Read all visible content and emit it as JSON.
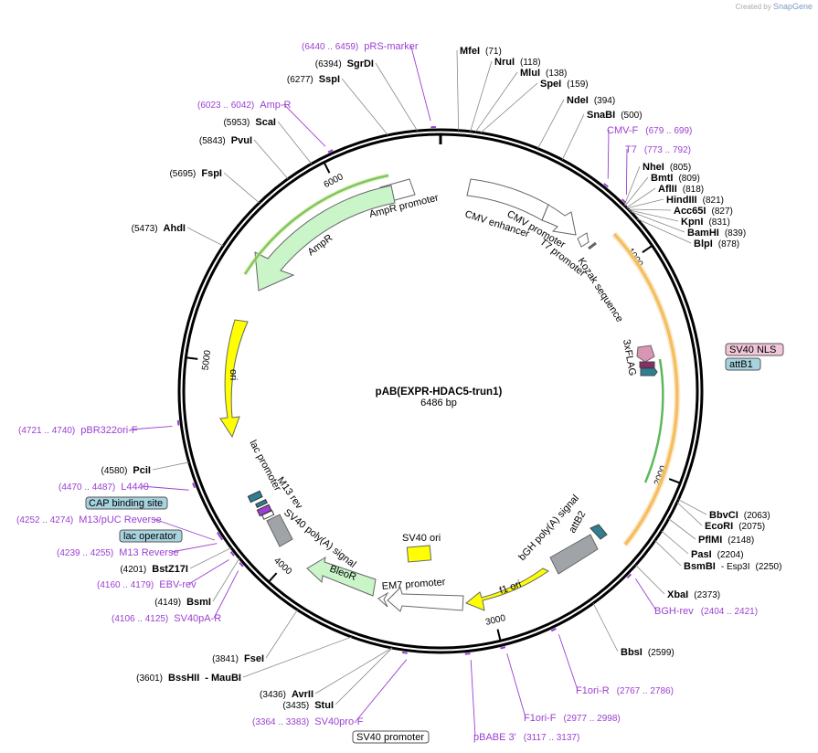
{
  "credit": {
    "prefix": "Created by",
    "brand": "SnapGene"
  },
  "plasmid": {
    "name": "pAB(EXPR-HDAC5-trun1)",
    "size": "6486 bp"
  },
  "colors": {
    "primer": "#9b3fd1",
    "backbone": "#000000",
    "ampr": "#c9f5c9",
    "ori": "#ffff00",
    "f1ori": "#ffff00",
    "promoter": "#ffffff",
    "cds_grey": "#a0a4a8",
    "orf_orange": "#f5a623",
    "orf_green": "#5cb85c"
  },
  "ticks": [
    {
      "label": "1000",
      "bp": 1000
    },
    {
      "label": "2000",
      "bp": 2000
    },
    {
      "label": "3000",
      "bp": 3000
    },
    {
      "label": "4000",
      "bp": 4000
    },
    {
      "label": "5000",
      "bp": 5000
    },
    {
      "label": "6000",
      "bp": 6000
    }
  ],
  "sites": [
    {
      "name": "MfeI",
      "pos": "(71)"
    },
    {
      "name": "NruI",
      "pos": "(118)"
    },
    {
      "name": "MluI",
      "pos": "(138)"
    },
    {
      "name": "SpeI",
      "pos": "(159)"
    },
    {
      "name": "NdeI",
      "pos": "(394)"
    },
    {
      "name": "SnaBI",
      "pos": "(500)"
    },
    {
      "name": "NheI",
      "pos": "(805)"
    },
    {
      "name": "BmtI",
      "pos": "(809)"
    },
    {
      "name": "AflII",
      "pos": "(818)"
    },
    {
      "name": "HindIII",
      "pos": "(821)"
    },
    {
      "name": "Acc65I",
      "pos": "(827)"
    },
    {
      "name": "KpnI",
      "pos": "(831)"
    },
    {
      "name": "BamHI",
      "pos": "(839)"
    },
    {
      "name": "BlpI",
      "pos": "(878)"
    },
    {
      "name": "BbvCI",
      "pos": "(2063)"
    },
    {
      "name": "EcoRI",
      "pos": "(2075)"
    },
    {
      "name": "PflMI",
      "pos": "(2148)"
    },
    {
      "name": "PasI",
      "pos": "(2204)"
    },
    {
      "name": "BsmBI",
      "pos": "- Esp3I",
      "extra": "(2250)"
    },
    {
      "name": "XbaI",
      "pos": "(2373)"
    },
    {
      "name": "BbsI",
      "pos": "(2599)"
    },
    {
      "name": "SgrDI",
      "pos": "(6394)"
    },
    {
      "name": "SspI",
      "pos": "(6277)"
    },
    {
      "name": "ScaI",
      "pos": "(5953)"
    },
    {
      "name": "PvuI",
      "pos": "(5843)"
    },
    {
      "name": "FspI",
      "pos": "(5695)"
    },
    {
      "name": "AhdI",
      "pos": "(5473)"
    },
    {
      "name": "PciI",
      "pos": "(4580)"
    },
    {
      "name": "BstZ17I",
      "pos": "(4201)"
    },
    {
      "name": "BsmI",
      "pos": "(4149)"
    },
    {
      "name": "FseI",
      "pos": "(3841)"
    },
    {
      "name": "BssHII",
      "pos": "(3601)",
      "extra": "- MauBI"
    },
    {
      "name": "AvrII",
      "pos": "(3436)"
    },
    {
      "name": "StuI",
      "pos": "(3435)"
    }
  ],
  "primers": [
    {
      "name": "pRS-marker",
      "range": "(6440 .. 6459)"
    },
    {
      "name": "Amp-R",
      "range": "(6023 .. 6042)"
    },
    {
      "name": "CMV-F",
      "range": "(679 .. 699)"
    },
    {
      "name": "T7",
      "range": "(773 .. 792)"
    },
    {
      "name": "pBR322ori-F",
      "range": "(4721 .. 4740)"
    },
    {
      "name": "L4440",
      "range": "(4470 .. 4487)"
    },
    {
      "name": "M13/pUC Reverse",
      "range": "(4252 .. 4274)"
    },
    {
      "name": "M13 Reverse",
      "range": "(4239 .. 4255)"
    },
    {
      "name": "EBV-rev",
      "range": "(4160 .. 4179)"
    },
    {
      "name": "SV40pA-R",
      "range": "(4106 .. 4125)"
    },
    {
      "name": "SV40pro-F",
      "range": "(3364 .. 3383)"
    },
    {
      "name": "BGH-rev",
      "range": "(2404 .. 2421)"
    },
    {
      "name": "F1ori-R",
      "range": "(2767 .. 2786)"
    },
    {
      "name": "F1ori-F",
      "range": "(2977 .. 2998)"
    },
    {
      "name": "pBABE 3'",
      "range": "(3117 .. 3137)"
    }
  ],
  "boxed_labels": {
    "sv40_nls": "SV40 NLS",
    "attb1": "attB1",
    "cap_binding_site": "CAP binding site",
    "lac_operator": "lac operator",
    "sv40_promoter": "SV40 promoter"
  },
  "features": {
    "ampr_promoter": "AmpR promoter",
    "ampr": "AmpR",
    "cmv_enhancer": "CMV enhancer",
    "cmv_promoter": "CMV promoter",
    "t7_promoter": "T7 promoter",
    "kozak": "Kozak sequence",
    "flag": "3xFLAG",
    "ori": "ori",
    "lac_promoter": "lac promoter",
    "m13_rev": "M13 rev",
    "sv40_polya": "SV40 poly(A) signal",
    "bleor": "BleoR",
    "em7": "EM7 promoter",
    "sv40_ori": "SV40 ori",
    "f1_ori": "f1 ori",
    "bgh_polya": "bGH poly(A) signal",
    "attb2": "attB2"
  }
}
